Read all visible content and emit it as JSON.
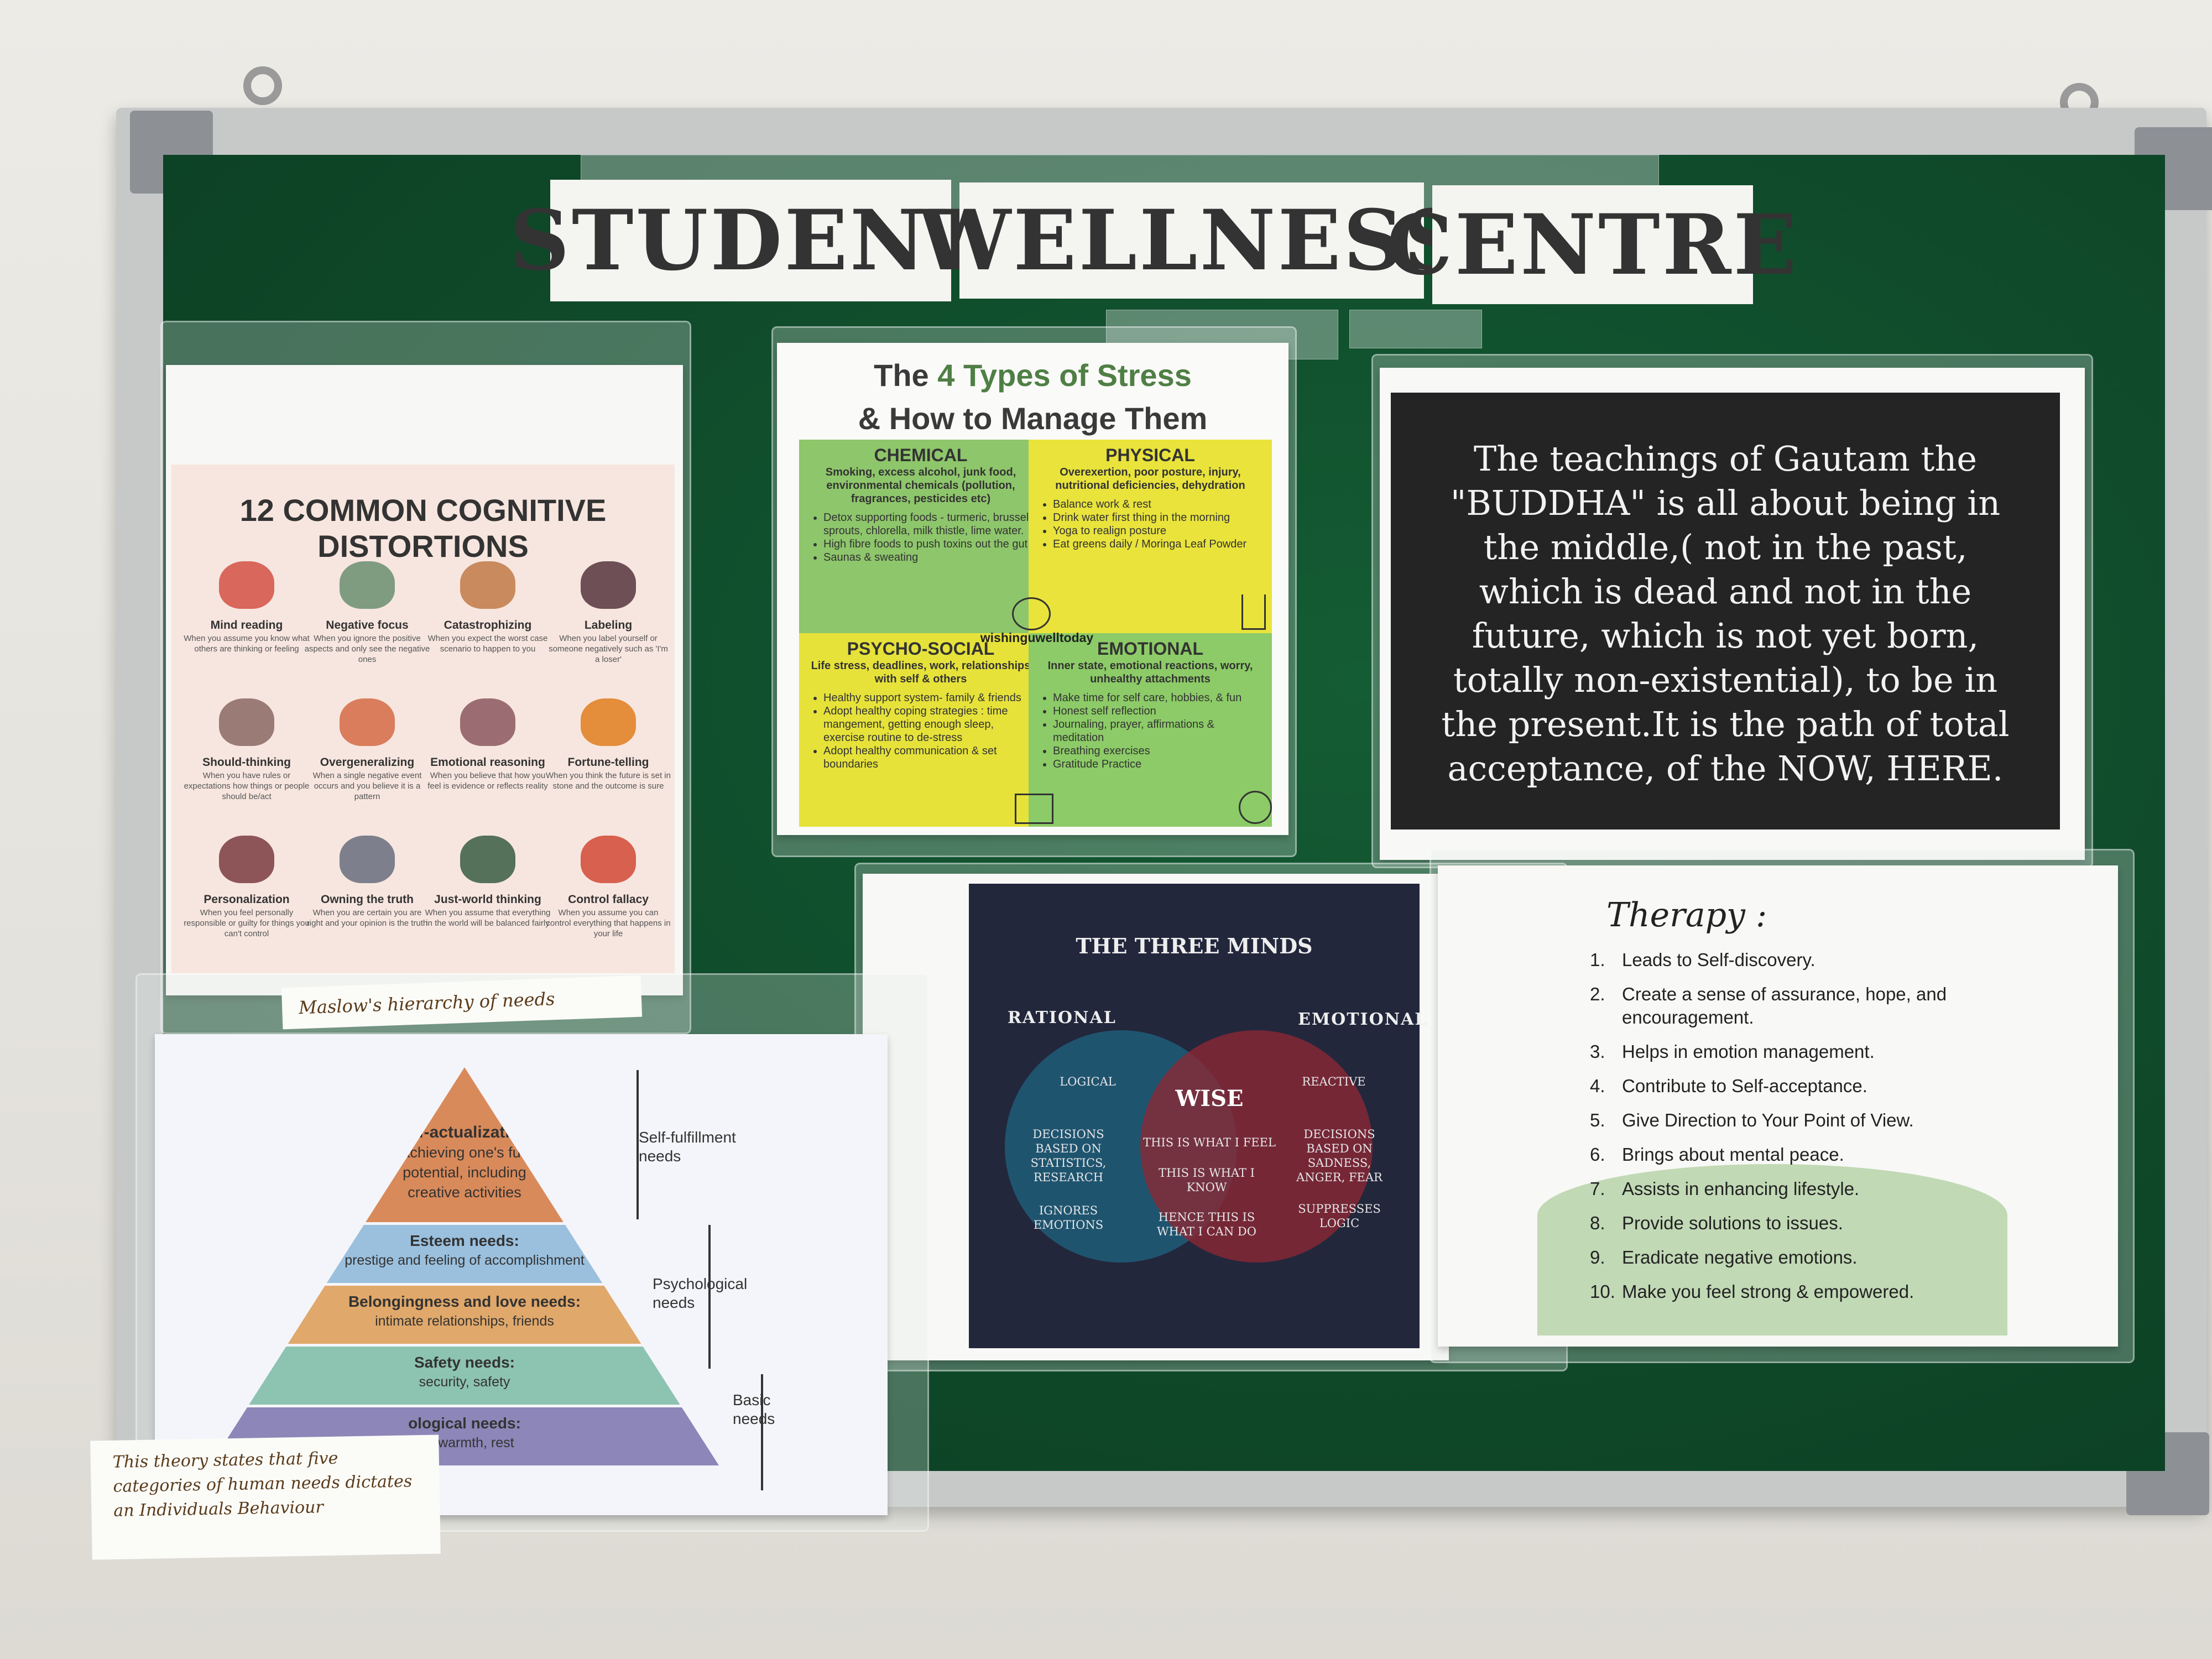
{
  "header": {
    "words": [
      "STUDENT",
      "WELLNESS",
      "CENTRE"
    ]
  },
  "cognitive": {
    "title": "12 COMMON COGNITIVE DISTORTIONS",
    "items": [
      {
        "name": "Mind reading",
        "desc": "When you assume you know what others are thinking or feeling",
        "color": "#d9675c"
      },
      {
        "name": "Negative focus",
        "desc": "When you ignore the positive aspects and only see the negative ones",
        "color": "#7f9c80"
      },
      {
        "name": "Catastrophizing",
        "desc": "When you expect the worst case scenario to happen to you",
        "color": "#c98a5e"
      },
      {
        "name": "Labeling",
        "desc": "When you label yourself or someone negatively such as 'I'm a loser'",
        "color": "#6e4f56"
      },
      {
        "name": "Should-thinking",
        "desc": "When you have rules or expectations how things or people should be/act",
        "color": "#9a7b76"
      },
      {
        "name": "Overgeneralizing",
        "desc": "When a single negative event occurs and you believe it is a pattern",
        "color": "#d97d5c"
      },
      {
        "name": "Emotional reasoning",
        "desc": "When you believe that how you feel is evidence or reflects reality",
        "color": "#9b6d72"
      },
      {
        "name": "Fortune-telling",
        "desc": "When you think the future is set in stone and the outcome is sure",
        "color": "#e48d3a"
      },
      {
        "name": "Personalization",
        "desc": "When you feel personally responsible or guilty for things you can't control",
        "color": "#8d5558"
      },
      {
        "name": "Owning the truth",
        "desc": "When you are certain you are right and your opinion is the truth",
        "color": "#7d7f8c"
      },
      {
        "name": "Just-world thinking",
        "desc": "When you assume that everything in the world will be balanced fairly",
        "color": "#55715a"
      },
      {
        "name": "Control fallacy",
        "desc": "When you assume you can control everything that happens in your life",
        "color": "#d8604e"
      }
    ]
  },
  "stress": {
    "title_pre": "The ",
    "title_accent": "4 Types of Stress",
    "title_line2": "& How to Manage Them",
    "accent_color": "#4f7f45",
    "watermark": "wishinguwelltoday",
    "quads": [
      {
        "head": "CHEMICAL",
        "sub": "Smoking, excess alcohol, junk food, environmental chemicals (pollution, fragrances, pesticides etc)",
        "items": [
          "Detox supporting foods - turmeric, brussel sprouts, chlorella, milk thistle, lime water.",
          "High fibre foods to push toxins out the gut",
          "Saunas & sweating"
        ],
        "color": "#8ec66b"
      },
      {
        "head": "PHYSICAL",
        "sub": "Overexertion, poor posture, injury, nutritional deficiencies, dehydration",
        "items": [
          "Balance work & rest",
          "Drink water first thing in the morning",
          "Yoga to realign posture",
          "Eat greens daily / Moringa Leaf Powder"
        ],
        "color": "#e9e33c"
      },
      {
        "head": "PSYCHO-SOCIAL",
        "sub": "Life stress, deadlines, work, relationships with self & others",
        "items": [
          "Healthy support system- family & friends",
          "Adopt healthy coping strategies : time mangement, getting enough sleep, exercise routine to de-stress",
          "Adopt healthy communication & set boundaries"
        ],
        "color": "#e6e23a"
      },
      {
        "head": "EMOTIONAL",
        "sub": "Inner state, emotional reactions, worry, unhealthy attachments",
        "items": [
          "Make time for self care, hobbies, & fun",
          "Honest self reflection",
          "Journaling, prayer, affirmations & meditation",
          "Breathing exercises",
          "Gratitude Practice"
        ],
        "color": "#8ccb67"
      }
    ]
  },
  "buddha": {
    "text": "The teachings of Gautam the \"BUDDHA\" is all about being in the middle,( not in the past, which is dead and not in the future, which is not yet born, totally non-existential), to be in the present.It is the path of total acceptance, of the NOW, HERE."
  },
  "minds": {
    "title": "THE THREE MINDS",
    "rational": "RATIONAL",
    "emotional": "EMOTIONAL",
    "wise": "WISE",
    "logical": "LOGICAL",
    "rational_desc1": "DECISIONS BASED ON STATISTICS, RESEARCH",
    "rational_desc2": "IGNORES EMOTIONS",
    "wise_desc1": "THIS IS WHAT I FEEL",
    "wise_desc2": "THIS IS WHAT I KNOW",
    "wise_desc3": "HENCE THIS IS WHAT I CAN DO",
    "reactive": "REACTIVE",
    "emotional_desc1": "DECISIONS BASED ON SADNESS, ANGER, FEAR",
    "emotional_desc2": "SUPPRESSES LOGIC",
    "rational_color": "#1f5d78",
    "emotional_color": "#8a2834"
  },
  "therapy": {
    "title": "Therapy :",
    "items": [
      {
        "n": "1.",
        "t": "Leads to Self-discovery."
      },
      {
        "n": "2.",
        "t": "Create a sense of assurance, hope, and encouragement."
      },
      {
        "n": "3.",
        "t": "Helps in emotion management."
      },
      {
        "n": "4.",
        "t": "Contribute to Self-acceptance."
      },
      {
        "n": "5.",
        "t": "Give Direction to Your Point of View."
      },
      {
        "n": "6.",
        "t": "Brings about mental peace."
      },
      {
        "n": "7.",
        "t": "Assists in enhancing lifestyle."
      },
      {
        "n": "8.",
        "t": "Provide solutions to issues."
      },
      {
        "n": "9.",
        "t": "Eradicate negative emotions."
      },
      {
        "n": "10.",
        "t": "Make you feel strong & empowered."
      }
    ]
  },
  "maslow": {
    "label_note": "Maslow's hierarchy of needs",
    "self_title": "Self-actualization:",
    "self_desc": "achieving one's full potential, including creative activities",
    "esteem_title": "Esteem needs:",
    "esteem_desc": "prestige and feeling of accomplishment",
    "belong_title": "Belongingness and love needs:",
    "belong_desc": "intimate relationships, friends",
    "safety_title": "Safety needs:",
    "safety_desc": "security, safety",
    "phys_title": "ological needs:",
    "phys_desc": "ter, warmth, rest",
    "bracket_self": "Self-fulfillment needs",
    "bracket_psych": "Psychological needs",
    "bracket_basic": "Basic needs",
    "handnote": "This theory states that five categories of human needs dictates an Individuals Behaviour",
    "colors": [
      "#d98a5a",
      "#9ac0de",
      "#e0a86a",
      "#8dc3b1",
      "#8d86b8"
    ]
  }
}
